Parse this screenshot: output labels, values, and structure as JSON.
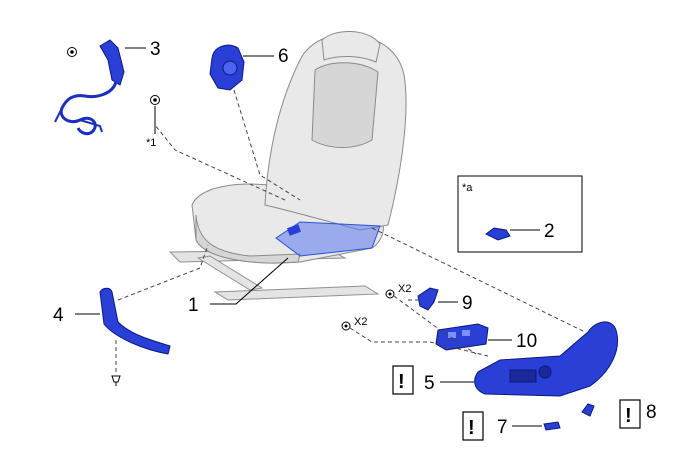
{
  "diagram": {
    "callouts": {
      "c1": "1",
      "c2": "2",
      "c3": "3",
      "c4": "4",
      "c5": "5",
      "c6": "6",
      "c7": "7",
      "c8": "8",
      "c9": "9",
      "c10": "10"
    },
    "notes": {
      "star1": "*1",
      "star_a": "*a",
      "x2_upper": "X2",
      "x2_lower": "X2"
    },
    "warning_symbol": "!",
    "colors": {
      "highlight_part": "#2a3fd6",
      "seat_body": "#e9e9e9"
    }
  }
}
